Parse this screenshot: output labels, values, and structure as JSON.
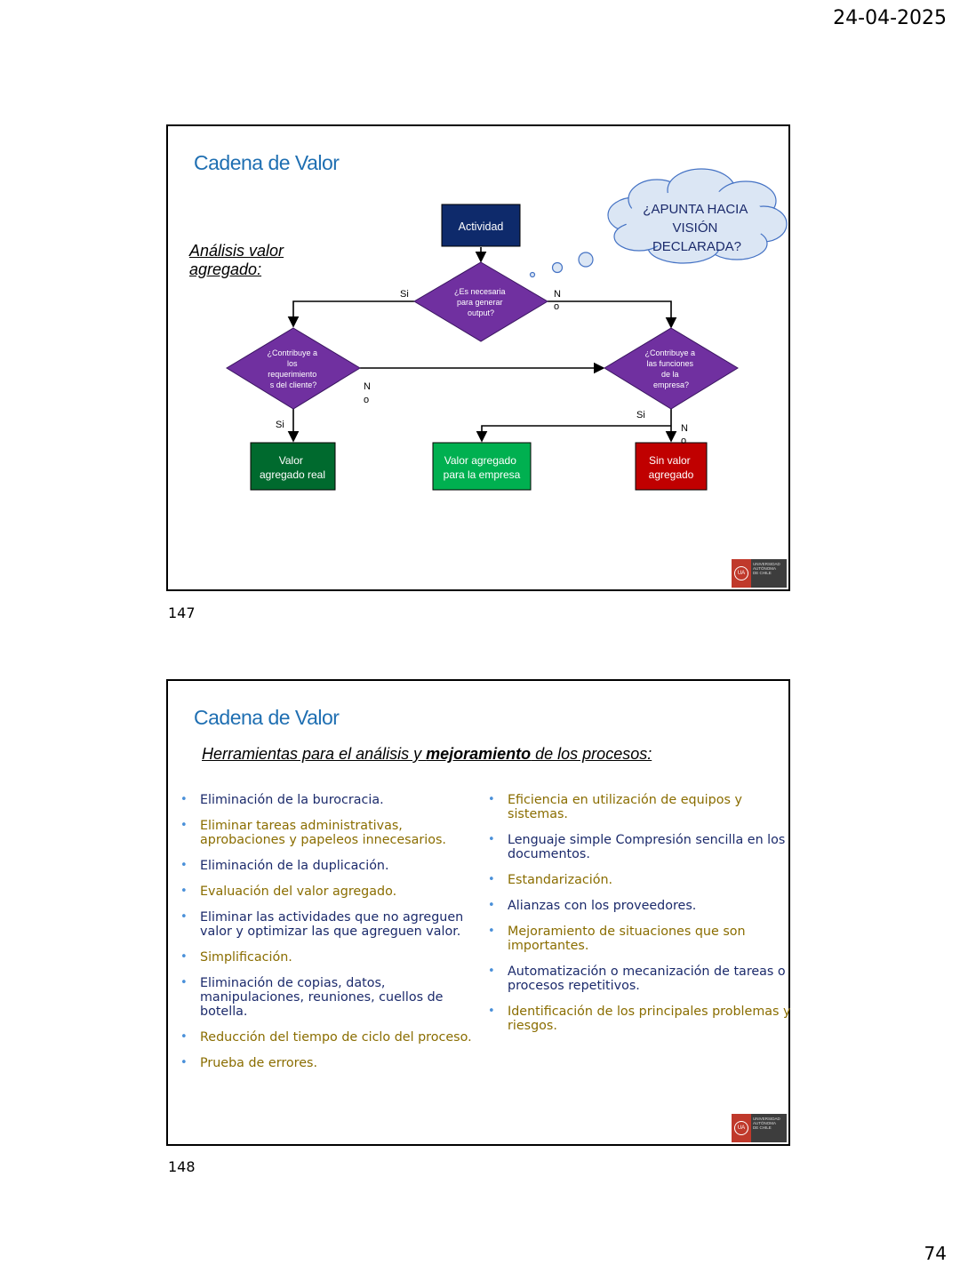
{
  "header": {
    "date": "24-04-2025"
  },
  "footer": {
    "page_number": "74"
  },
  "slide1": {
    "number": "147",
    "title": "Cadena de Valor",
    "subtitle": "Análisis valor agregado:",
    "nodes": {
      "actividad": "Actividad",
      "q_output": [
        "¿Es necesaria",
        "para generar",
        "output?"
      ],
      "q_cliente": [
        "¿Contribuye a",
        "los",
        "requerimiento",
        "s del cliente?"
      ],
      "q_empresa": [
        "¿Contribuye a",
        "las funciones",
        "de la",
        "empresa?"
      ],
      "r_real": [
        "Valor",
        "agregado real"
      ],
      "r_empresa": [
        "Valor agregado",
        "para la empresa"
      ],
      "r_sin": [
        "Sin valor",
        "agregado"
      ],
      "cloud": [
        "¿APUNTA HACIA",
        "VISIÓN",
        "DECLARADA?"
      ]
    },
    "labels": {
      "si": "Si",
      "no": [
        "N",
        "o"
      ]
    },
    "colors": {
      "navy": "#0e2a6b",
      "purple": "#7030a0",
      "dark_green": "#006a2e",
      "green": "#00b050",
      "red": "#c00000",
      "cloud_fill": "#dbe6f4",
      "cloud_stroke": "#4472c4"
    }
  },
  "slide2": {
    "number": "148",
    "title": "Cadena de Valor",
    "heading": {
      "part1": "Herramientas para el análisis y ",
      "bold": "mejoramiento",
      "part2": " de los procesos:"
    },
    "left_items": [
      "Eliminación de la burocracia.",
      "Eliminar tareas administrativas, aprobaciones y papeleos innecesarios.",
      "Eliminación de la duplicación.",
      "Evaluación del valor agregado.",
      "Eliminar las actividades que no agreguen valor y optimizar las que agreguen valor.",
      "Simplificación.",
      "Eliminación de copias, datos, manipulaciones, reuniones, cuellos de botella.",
      "Reducción del tiempo de ciclo del proceso.",
      "Prueba de errores."
    ],
    "right_items": [
      "Eficiencia en utilización de equipos y sistemas.",
      "Lenguaje simple Compresión sencilla en los documentos.",
      "Estandarización.",
      "Alianzas con los proveedores.",
      "Mejoramiento de situaciones que son importantes.",
      "Automatización o mecanización de tareas o procesos repetitivos.",
      "Identificación de los principales problemas y riesgos."
    ]
  },
  "logo": {
    "lines": [
      "UNIVERSIDAD",
      "AUTÓNOMA",
      "DE CHILE"
    ]
  }
}
